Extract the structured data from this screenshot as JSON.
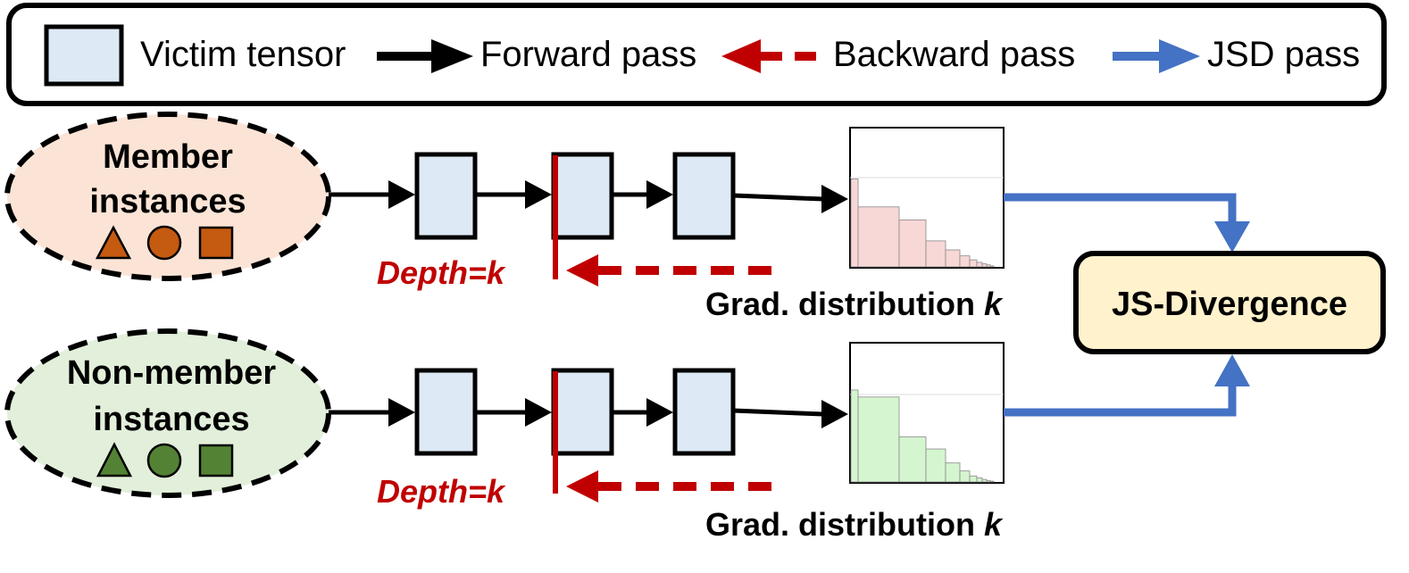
{
  "legend": {
    "victim_tensor": "Victim tensor",
    "forward_pass": "Forward pass",
    "backward_pass": "Backward pass",
    "jsd_pass": "JSD pass"
  },
  "colors": {
    "tensor_fill": "#dde9f5",
    "forward": "#000000",
    "backward": "#c00000",
    "jsd": "#4472c4",
    "member_fill": "#fbe4d6",
    "member_shapes": "#c55a11",
    "nonmember_fill": "#e2efda",
    "nonmember_shapes": "#548235",
    "member_hist": "#f8d7d7",
    "nonmember_hist": "#d5f5d0",
    "js_fill": "#fff2cc"
  },
  "rows": [
    {
      "id": "member",
      "label_line1": "Member",
      "label_line2": "instances",
      "depth_label": "Depth=k",
      "grad_label_prefix": "Grad. distribution ",
      "grad_label_var": "k",
      "histogram": [
        0.88,
        0.6,
        0.47,
        0.26,
        0.17,
        0.11,
        0.07,
        0.045,
        0.03,
        0.02,
        0.01
      ]
    },
    {
      "id": "nonmember",
      "label_line1": "Non-member",
      "label_line2": "instances",
      "depth_label": "Depth=k",
      "grad_label_prefix": "Grad. distribution ",
      "grad_label_var": "k",
      "histogram": [
        0.92,
        0.85,
        0.45,
        0.33,
        0.19,
        0.11,
        0.06,
        0.04,
        0.025,
        0.015,
        0.008
      ]
    }
  ],
  "js_divergence": "JS-Divergence"
}
